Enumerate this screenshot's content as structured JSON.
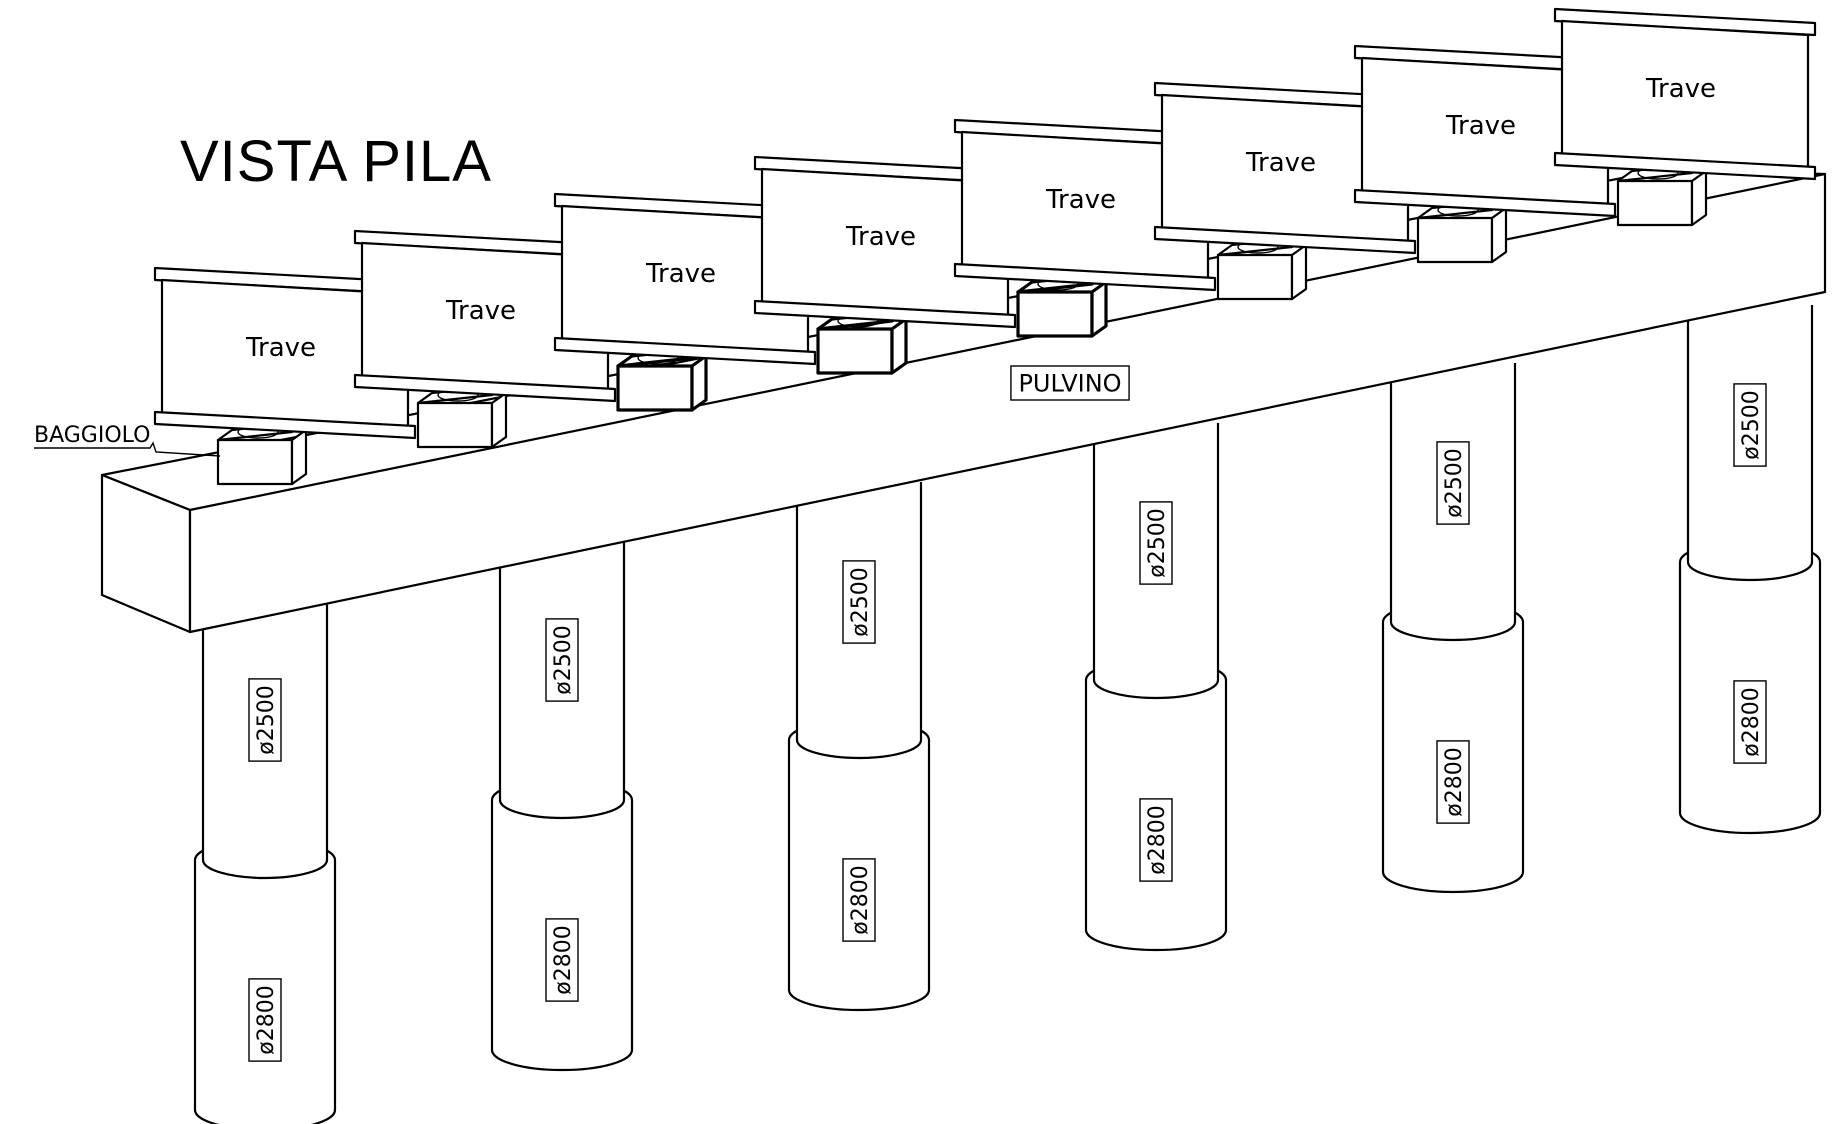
{
  "title": "VISTA PILA",
  "labels": {
    "beam": "Trave",
    "pier_cap": "PULVINO",
    "bearing_plinth": "BAGGIOLO",
    "column_diameter": "ø2500",
    "casing_diameter": "ø2800"
  },
  "beam_count": 8,
  "column_count": 6
}
